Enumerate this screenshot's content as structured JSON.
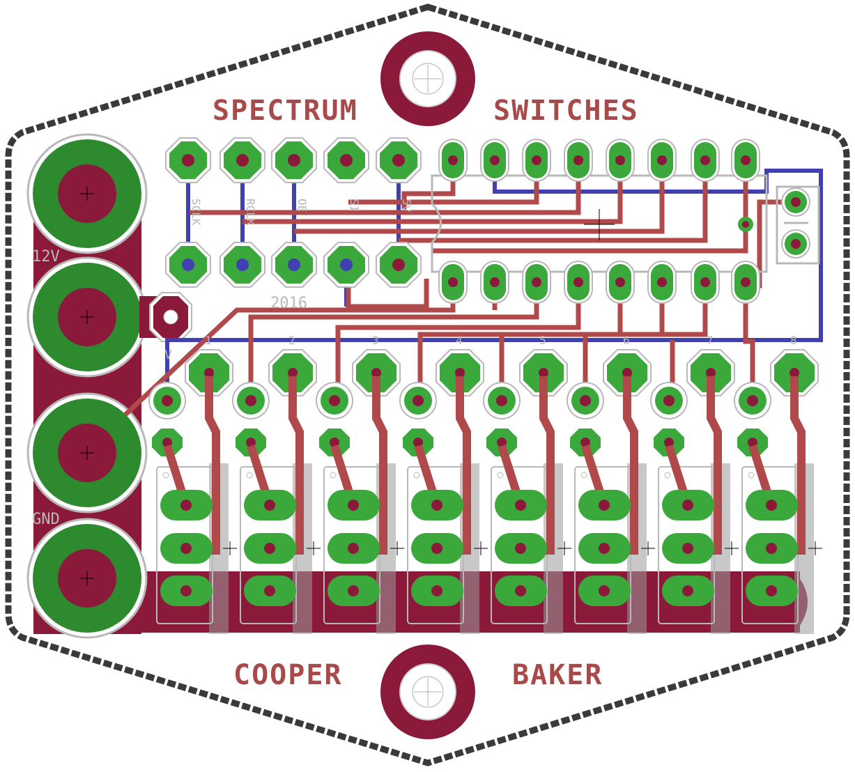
{
  "board": {
    "title_left": "SPECTRUM",
    "title_right": "SWITCHES",
    "footer_left": "COOPER",
    "footer_right": "BAKER",
    "year": "2016",
    "power_label": "12V",
    "ground_label": "GND",
    "jumper_label": "V",
    "header_labels": [
      "SCLK",
      "RCLK",
      "OE",
      "SI",
      "5V"
    ],
    "channel_labels": [
      "1",
      "2",
      "3",
      "4",
      "5",
      "6",
      "7",
      "8"
    ]
  },
  "colors": {
    "board_edge": "#3a3a3a",
    "top_copper": "#8b1a3a",
    "trace_top": "#b04a4a",
    "trace_bottom": "#4040b0",
    "pad": "#3aa83a",
    "pad_ring": "#2b7a2b",
    "silkscreen": "#b8b8b8",
    "text": "#a84a4a"
  }
}
